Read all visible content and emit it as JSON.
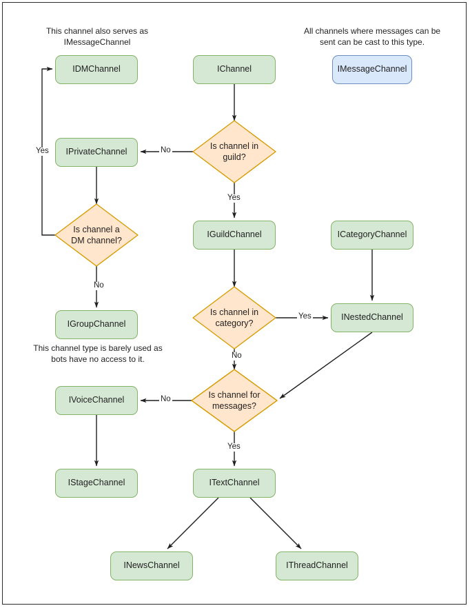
{
  "diagram": {
    "title": "Discord channel interface decision flowchart",
    "colors": {
      "green_fill": "#d5e8d4",
      "green_stroke": "#82b366",
      "blue_fill": "#dae8fc",
      "blue_stroke": "#6c8ebf",
      "orange_fill": "#ffe6cc",
      "orange_stroke": "#d79b00",
      "edge_stroke": "#1f1f1f",
      "page_border": "#2b2b2b"
    },
    "notes": [
      {
        "id": "note-dm",
        "text": "This channel also serves as IMessageChannel"
      },
      {
        "id": "note-message",
        "text": "All channels where messages can be sent can be cast to this type."
      },
      {
        "id": "note-group",
        "text": "This channel type is barely used as bots have no access to it."
      }
    ],
    "nodes": [
      {
        "id": "idmchannel",
        "label": "IDMChannel",
        "shape": "box",
        "style": "green"
      },
      {
        "id": "ichannel",
        "label": "IChannel",
        "shape": "box",
        "style": "green"
      },
      {
        "id": "imessagechannel",
        "label": "IMessageChannel",
        "shape": "box",
        "style": "blue"
      },
      {
        "id": "iprivatechannel",
        "label": "IPrivateChannel",
        "shape": "box",
        "style": "green"
      },
      {
        "id": "igroupchannel",
        "label": "IGroupChannel",
        "shape": "box",
        "style": "green"
      },
      {
        "id": "iguildchannel",
        "label": "IGuildChannel",
        "shape": "box",
        "style": "green"
      },
      {
        "id": "icategorychannel",
        "label": "ICategoryChannel",
        "shape": "box",
        "style": "green"
      },
      {
        "id": "inestedchannel",
        "label": "INestedChannel",
        "shape": "box",
        "style": "green"
      },
      {
        "id": "ivoicechannel",
        "label": "IVoiceChannel",
        "shape": "box",
        "style": "green"
      },
      {
        "id": "istagechannel",
        "label": "IStageChannel",
        "shape": "box",
        "style": "green"
      },
      {
        "id": "itextchannel",
        "label": "ITextChannel",
        "shape": "box",
        "style": "green"
      },
      {
        "id": "inewschannel",
        "label": "INewsChannel",
        "shape": "box",
        "style": "green"
      },
      {
        "id": "ithreadchannel",
        "label": "IThreadChannel",
        "shape": "box",
        "style": "green"
      }
    ],
    "decisions": [
      {
        "id": "q-guild",
        "line1": "Is channel in",
        "line2": "guild?"
      },
      {
        "id": "q-dm",
        "line1": "Is channel a",
        "line2": "DM channel?"
      },
      {
        "id": "q-category",
        "line1": "Is channel in",
        "line2": "category?"
      },
      {
        "id": "q-messages",
        "line1": "Is channel for",
        "line2": "messages?"
      }
    ],
    "edges": [
      {
        "id": "e-ichannel-guild",
        "from": "ichannel",
        "to": "q-guild",
        "label": ""
      },
      {
        "id": "e-guild-no",
        "from": "q-guild",
        "to": "iprivatechannel",
        "label": "No"
      },
      {
        "id": "e-guild-yes",
        "from": "q-guild",
        "to": "iguildchannel",
        "label": "Yes"
      },
      {
        "id": "e-private-dm",
        "from": "iprivatechannel",
        "to": "q-dm",
        "label": ""
      },
      {
        "id": "e-dm-yes",
        "from": "q-dm",
        "to": "idmchannel",
        "label": "Yes"
      },
      {
        "id": "e-dm-no",
        "from": "q-dm",
        "to": "igroupchannel",
        "label": "No"
      },
      {
        "id": "e-guildchannel-category",
        "from": "iguildchannel",
        "to": "q-category",
        "label": ""
      },
      {
        "id": "e-category-yes",
        "from": "q-category",
        "to": "inestedchannel",
        "label": "Yes"
      },
      {
        "id": "e-category-no",
        "from": "q-category",
        "to": "q-messages",
        "label": "No"
      },
      {
        "id": "e-icategory-inested",
        "from": "icategorychannel",
        "to": "inestedchannel",
        "label": ""
      },
      {
        "id": "e-inested-messages",
        "from": "inestedchannel",
        "to": "q-messages",
        "label": ""
      },
      {
        "id": "e-messages-no",
        "from": "q-messages",
        "to": "ivoicechannel",
        "label": "No"
      },
      {
        "id": "e-messages-yes",
        "from": "q-messages",
        "to": "itextchannel",
        "label": "Yes"
      },
      {
        "id": "e-voice-stage",
        "from": "ivoicechannel",
        "to": "istagechannel",
        "label": ""
      },
      {
        "id": "e-text-news",
        "from": "itextchannel",
        "to": "inewschannel",
        "label": ""
      },
      {
        "id": "e-text-thread",
        "from": "itextchannel",
        "to": "ithreadchannel",
        "label": ""
      }
    ],
    "edge_labels": [
      {
        "id": "lbl-guild-no",
        "text": "No"
      },
      {
        "id": "lbl-guild-yes",
        "text": "Yes"
      },
      {
        "id": "lbl-dm-yes",
        "text": "Yes"
      },
      {
        "id": "lbl-dm-no",
        "text": "No"
      },
      {
        "id": "lbl-category-yes",
        "text": "Yes"
      },
      {
        "id": "lbl-category-no",
        "text": "No"
      },
      {
        "id": "lbl-messages-no",
        "text": "No"
      },
      {
        "id": "lbl-messages-yes",
        "text": "Yes"
      }
    ]
  }
}
